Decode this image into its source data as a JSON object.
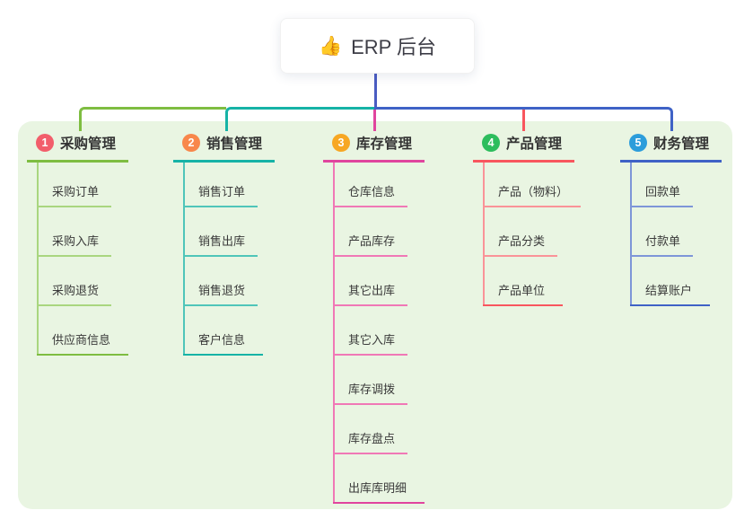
{
  "root": {
    "icon": "👍",
    "title": "ERP 后台"
  },
  "branches": [
    {
      "num": "1",
      "title": "采购管理",
      "badge_color": "#f25e6b",
      "line_color": "#7ebd41",
      "line_light_color": "#a9d67f",
      "items": [
        "采购订单",
        "采购入库",
        "采购退货",
        "供应商信息"
      ]
    },
    {
      "num": "2",
      "title": "销售管理",
      "badge_color": "#f8874b",
      "line_color": "#16b3a6",
      "line_light_color": "#4fc5b9",
      "items": [
        "销售订单",
        "销售出库",
        "销售退货",
        "客户信息"
      ]
    },
    {
      "num": "3",
      "title": "库存管理",
      "badge_color": "#f7a723",
      "line_color": "#e0459e",
      "line_light_color": "#f078b6",
      "items": [
        "仓库信息",
        "产品库存",
        "其它出库",
        "其它入库",
        "库存调拨",
        "库存盘点",
        "出库库明细"
      ]
    },
    {
      "num": "4",
      "title": "产品管理",
      "badge_color": "#2dbd5d",
      "line_color": "#f8565e",
      "line_light_color": "#fa9398",
      "items": [
        "产品（物料）",
        "产品分类",
        "产品单位"
      ]
    },
    {
      "num": "5",
      "title": "财务管理",
      "badge_color": "#2c9ddb",
      "line_color": "#3f62c6",
      "line_light_color": "#7e96d8",
      "items": [
        "回款单",
        "付款单",
        "结算账户"
      ]
    }
  ],
  "colors": {
    "page_background": "#ffffff",
    "panel_background": "#e9f5e2",
    "root_connector": "#4a5cc2",
    "bus_green": "#7ebd41",
    "bus_teal": "#16b3a6",
    "bus_blue": "#3f62c6",
    "drop_magenta": "#e0459e",
    "drop_red": "#f8565e"
  }
}
